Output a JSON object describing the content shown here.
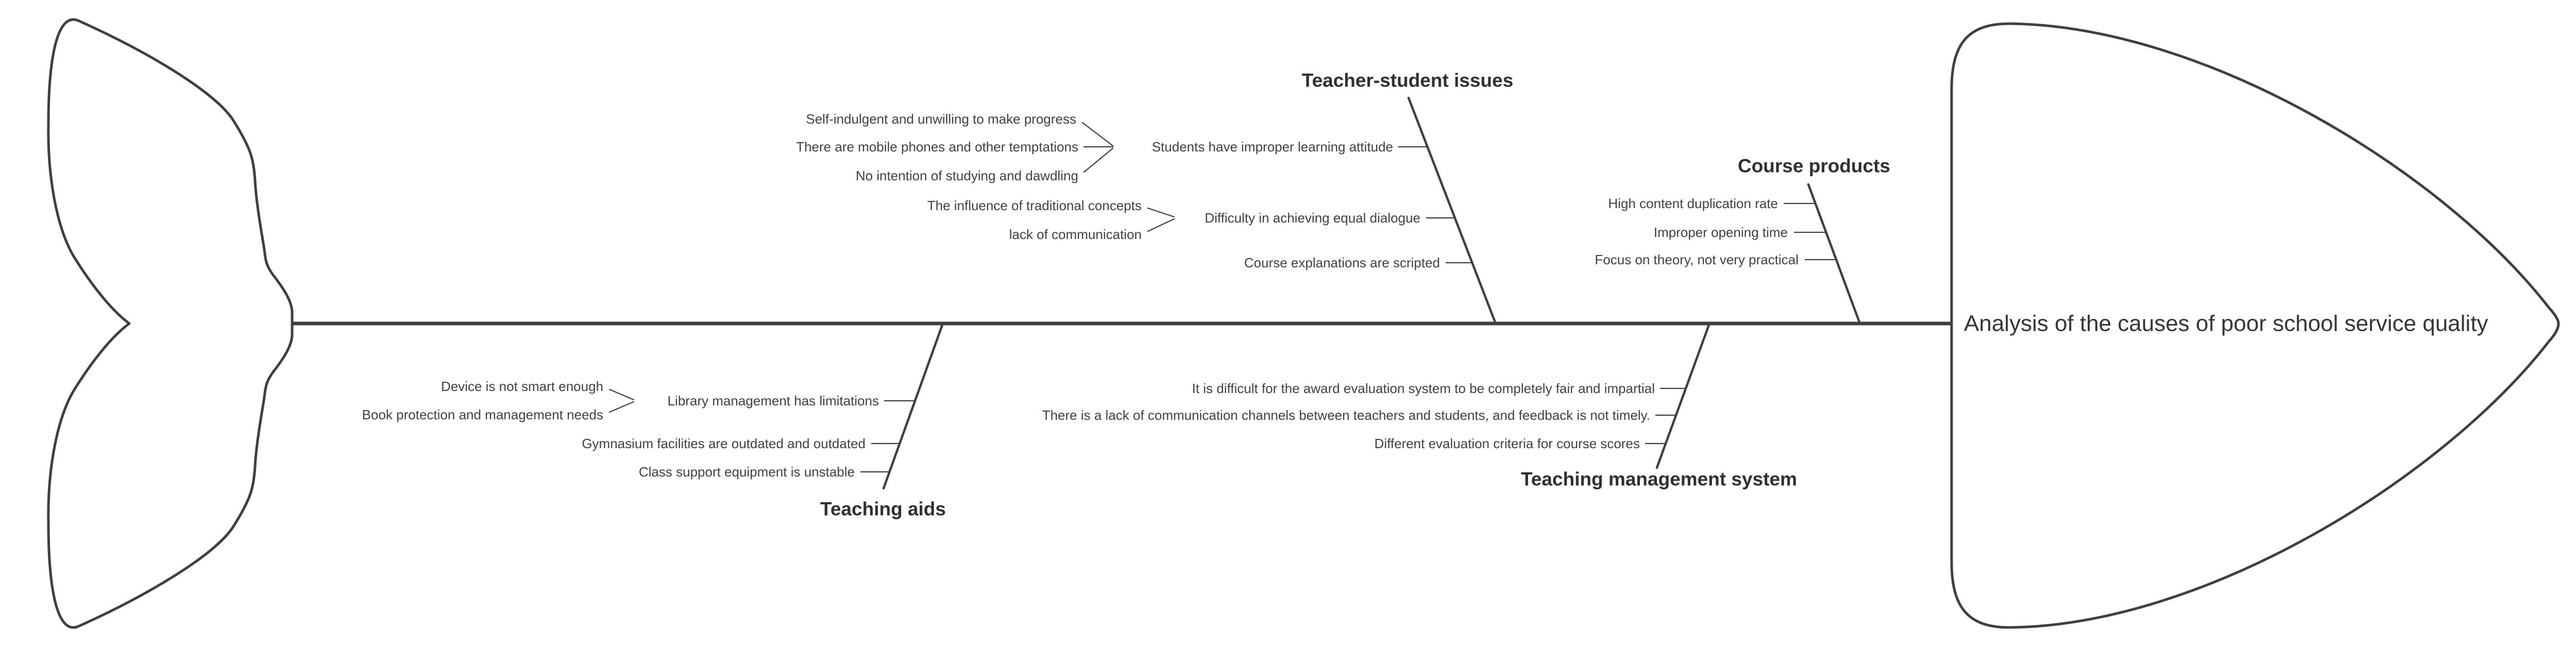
{
  "diagram": {
    "type": "fishbone",
    "problem": "Analysis of the causes of poor school service quality"
  },
  "colors": {
    "background": "#ffffff",
    "line": "#3f3f3f",
    "text": "#414141",
    "label": "#303030",
    "title": "#363636"
  },
  "branches": [
    {
      "label": "Teacher-student issues",
      "position": "top-left",
      "causes": [
        {
          "text": "Students have improper learning attitude",
          "sub_causes": [
            "Self-indulgent and unwilling to make progress",
            "There are mobile phones and other temptations",
            "No intention of studying and dawdling"
          ]
        },
        {
          "text": "Difficulty in achieving equal dialogue",
          "sub_causes": [
            "The influence of traditional concepts",
            "lack of communication"
          ]
        },
        {
          "text": "Course explanations are scripted",
          "sub_causes": []
        }
      ]
    },
    {
      "label": "Course products",
      "position": "top-right",
      "causes": [
        {
          "text": "High content duplication rate",
          "sub_causes": []
        },
        {
          "text": "Improper opening time",
          "sub_causes": []
        },
        {
          "text": "Focus on theory, not very practical",
          "sub_causes": []
        }
      ]
    },
    {
      "label": "Teaching aids",
      "position": "bottom-left",
      "causes": [
        {
          "text": "Library management has limitations",
          "sub_causes": [
            "Device is not smart enough",
            "Book protection and management needs"
          ]
        },
        {
          "text": "Gymnasium facilities are outdated and outdated",
          "sub_causes": []
        },
        {
          "text": "Class support equipment is unstable",
          "sub_causes": []
        }
      ]
    },
    {
      "label": "Teaching management system",
      "position": "bottom-right",
      "causes": [
        {
          "text": "It is difficult for the award evaluation system to be completely fair and impartial",
          "sub_causes": []
        },
        {
          "text": "There is a lack of communication channels between teachers and students, and feedback is not timely.",
          "sub_causes": []
        },
        {
          "text": "Different evaluation criteria for course scores",
          "sub_causes": []
        }
      ]
    }
  ]
}
